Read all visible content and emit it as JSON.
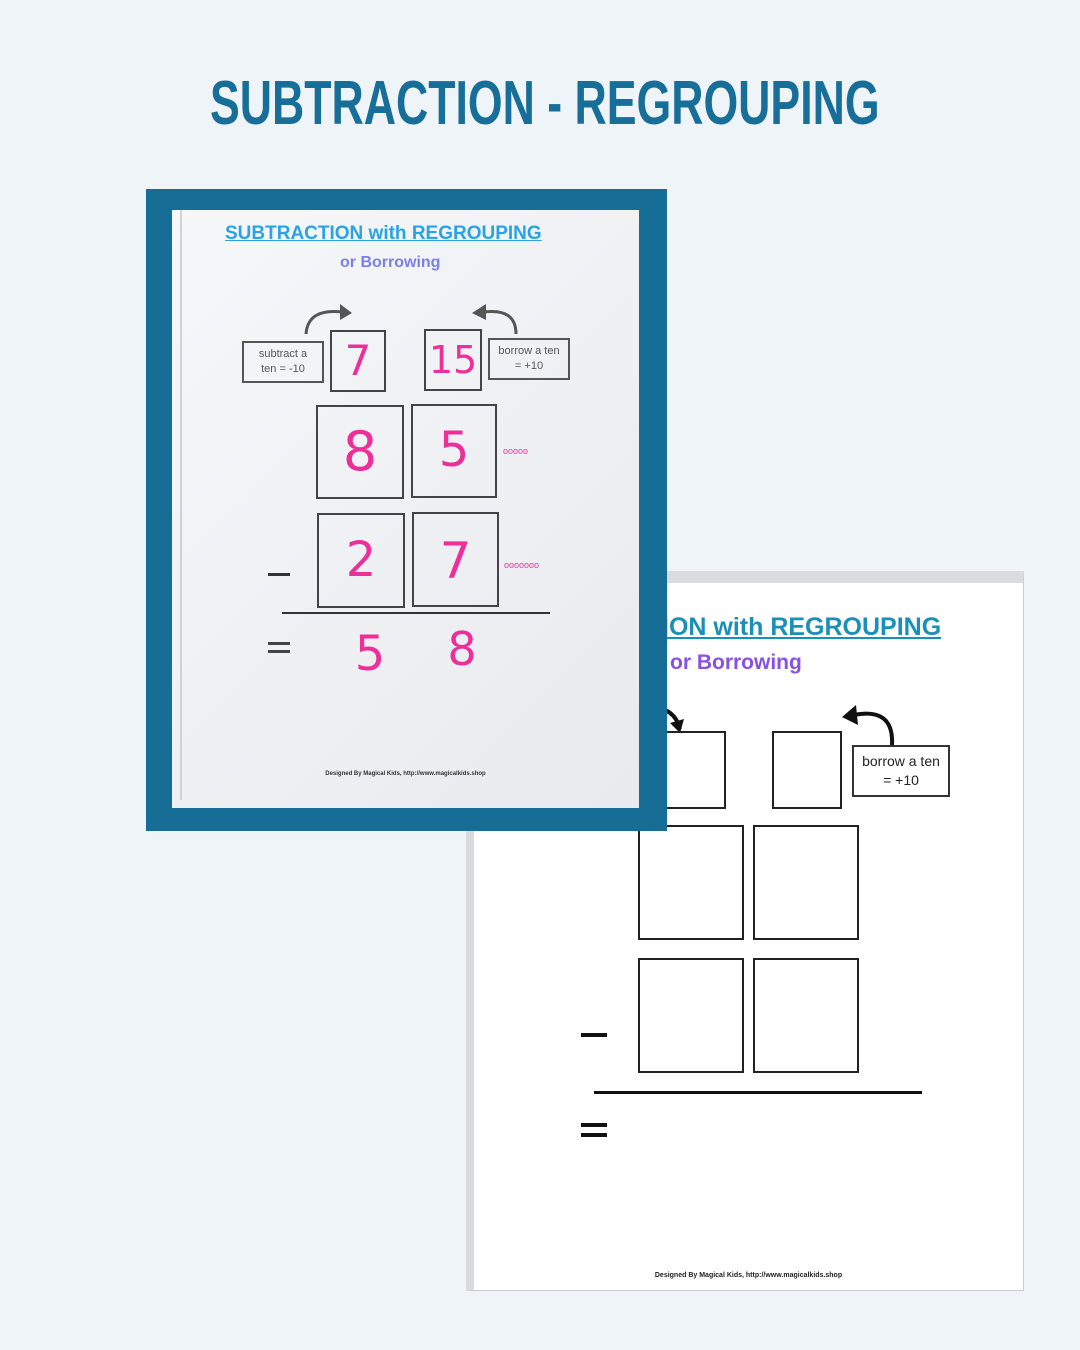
{
  "page": {
    "title": "SUBTRACTION - REGROUPING"
  },
  "photo_sheet": {
    "title": "SUBTRACTION with REGROUPING",
    "subtitle": "or Borrowing",
    "left_label": [
      "subtract  a",
      "ten = -10"
    ],
    "right_label": [
      "borrow a ten",
      "= +10"
    ],
    "regroup_tens": "7",
    "regroup_ones": "15",
    "top_tens": "8",
    "top_ones": "5",
    "bottom_tens": "2",
    "bottom_ones": "7",
    "result_tens": "5",
    "result_ones": "8",
    "minus_sign": "−",
    "equals_sign": "=",
    "footer": "Designed By Magical Kids, http://www.magicalkids.shop"
  },
  "blank_sheet": {
    "title": "ION with REGROUPING",
    "subtitle": "or Borrowing",
    "right_label": [
      "borrow a ten",
      "= +10"
    ],
    "footer": "Designed By Magical Kids, http://www.magicalkids.shop"
  },
  "colors": {
    "heading": "#176e99",
    "frame": "#166d96",
    "marker_pink": "#ee2f9a",
    "sheet_title_blue": "#1a8fb8",
    "subtitle_purple": "#8a4fe6"
  }
}
